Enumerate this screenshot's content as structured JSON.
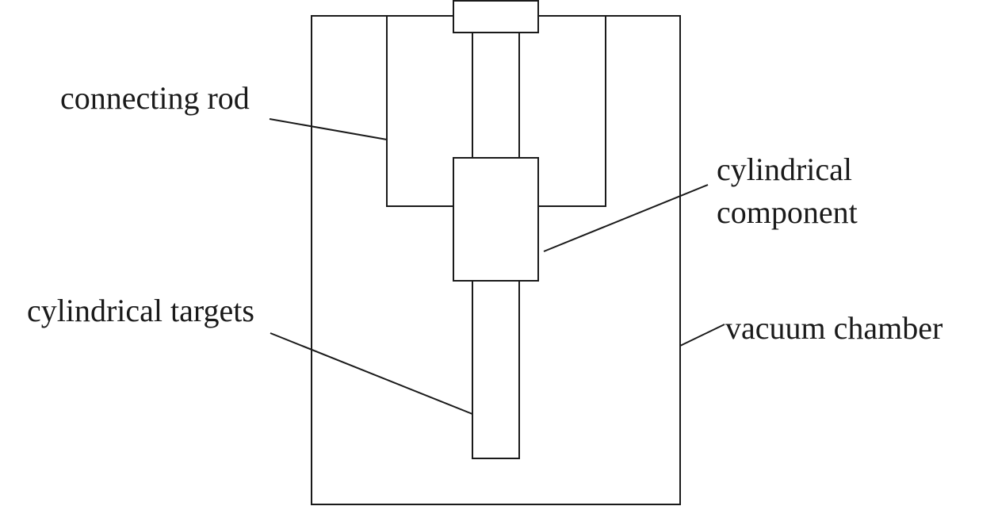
{
  "labels": {
    "connecting_rod": "connecting rod",
    "cylindrical_component_line1": "cylindrical",
    "cylindrical_component_line2": "component",
    "cylindrical_targets": "cylindrical targets",
    "vacuum_chamber": "vacuum chamber"
  },
  "colors": {
    "line": "#1a1a1a",
    "background": "#ffffff"
  }
}
